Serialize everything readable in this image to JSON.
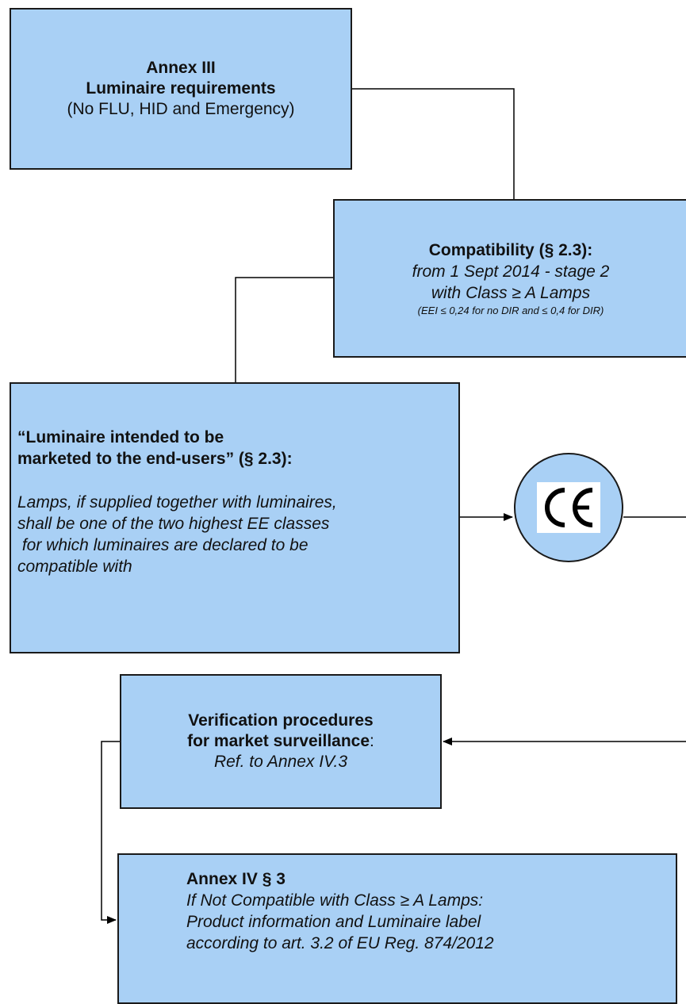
{
  "annex3": {
    "title": "Annex III",
    "subtitle": "Luminaire requirements",
    "note": "(No FLU, HID and Emergency)"
  },
  "compatibility": {
    "title": "Compatibility (§ 2.3):",
    "line1": "from 1 Sept 2014 - stage 2",
    "line2": "with Class ≥ A Lamps",
    "note": "(EEI ≤ 0,24 for no DIR and ≤ 0,4 for DIR)"
  },
  "luminaire": {
    "title_line1": "“Luminaire intended to be",
    "title_line2": "marketed to the end-users” (§ 2.3):",
    "body_line1": "Lamps, if supplied together with luminaires,",
    "body_line2": "shall be one of the two highest EE classes",
    "body_line3": " for which luminaires are declared to be",
    "body_line4": "compatible with"
  },
  "verification": {
    "title_line1": "Verification procedures",
    "title_line2": "for market surveillance",
    "colon": ":",
    "ref": "Ref. to Annex IV.3"
  },
  "annex4": {
    "title": "Annex IV § 3",
    "line1": "If Not Compatible with Class ≥ A Lamps:",
    "line2": "Product information and Luminaire label",
    "line3": "according to art. 3.2 of EU Reg. 874/2012"
  },
  "ce_mark": {
    "icon": "ce-mark-icon",
    "text": "CE"
  },
  "colors": {
    "box_fill": "#a9d0f5",
    "border": "#1a1a1a",
    "connector": "#000000"
  }
}
